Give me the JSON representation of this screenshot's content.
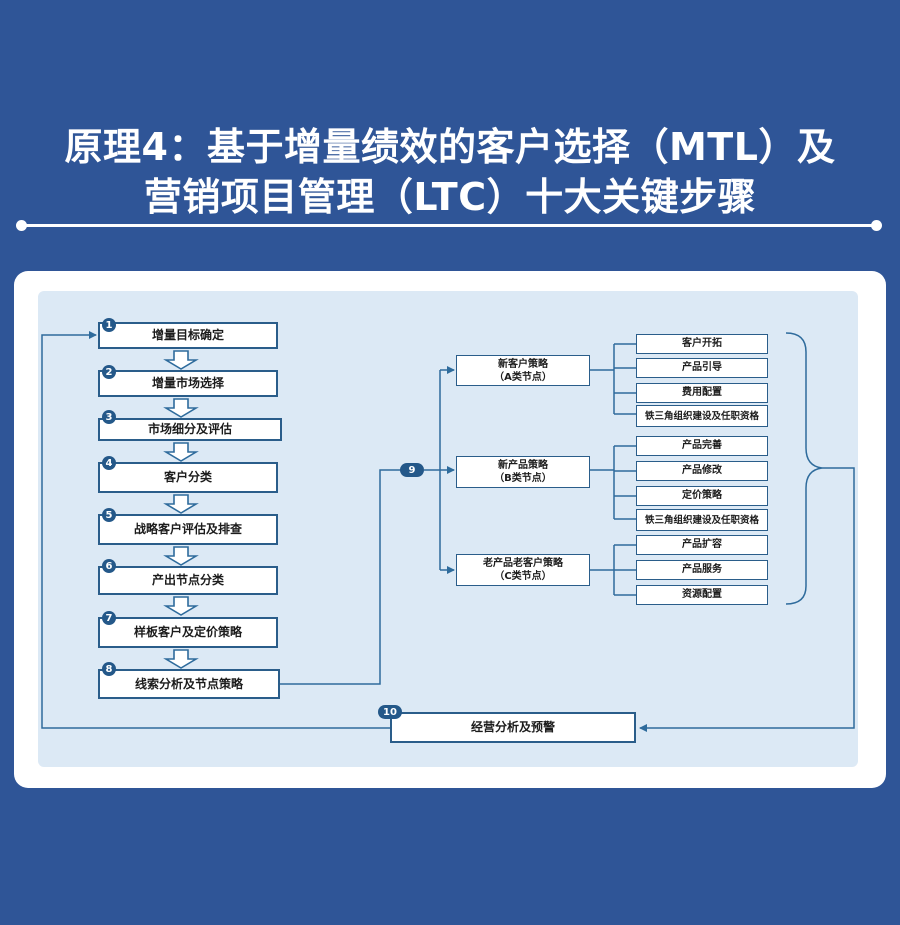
{
  "title": {
    "line1": "原理4：基于增量绩效的客户选择（MTL）及",
    "line2": "营销项目管理（LTC）十大关键步骤"
  },
  "steps": [
    {
      "num": "1",
      "label": "增量目标确定"
    },
    {
      "num": "2",
      "label": "增量市场选择"
    },
    {
      "num": "3",
      "label": "市场细分及评估"
    },
    {
      "num": "4",
      "label": "客户分类"
    },
    {
      "num": "5",
      "label": "战略客户评估及排查"
    },
    {
      "num": "6",
      "label": "产出节点分类"
    },
    {
      "num": "7",
      "label": "样板客户及定价策略"
    },
    {
      "num": "8",
      "label": "线索分析及节点策略"
    }
  ],
  "step9": {
    "num": "9"
  },
  "step10": {
    "num": "10",
    "label": "经营分析及预警"
  },
  "strategies": [
    {
      "label": "新客户策略",
      "sub": "（A类节点）",
      "items": [
        "客户开拓",
        "产品引导",
        "费用配置",
        "铁三角组织建设及任职资格"
      ]
    },
    {
      "label": "新产品策略",
      "sub": "（B类节点）",
      "items": [
        "产品完善",
        "产品修改",
        "定价策略",
        "铁三角组织建设及任职资格"
      ]
    },
    {
      "label": "老产品老客户策略",
      "sub": "（C类节点）",
      "items": [
        "产品扩容",
        "产品服务",
        "资源配置"
      ]
    }
  ],
  "colors": {
    "background": "#2f5597",
    "panel": "#dce9f5",
    "box_border": "#2a5d8a",
    "badge": "#245889",
    "connector": "#2e6b9c"
  }
}
